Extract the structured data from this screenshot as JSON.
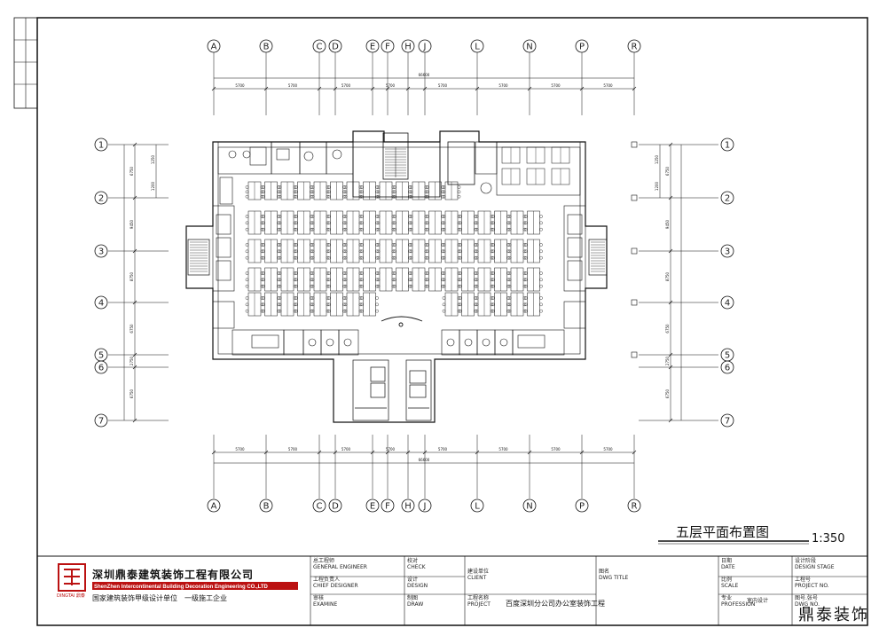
{
  "drawing": {
    "title": "五层平面布置图",
    "scale": "1:350",
    "total_dimension": "66600",
    "bay_dimension": "5700",
    "watermark": "鼎泰装饰"
  },
  "grid": {
    "columns": [
      "A",
      "B",
      "C",
      "D",
      "E",
      "F",
      "H",
      "J",
      "L",
      "N",
      "P",
      "R"
    ],
    "rows": [
      "1",
      "2",
      "3",
      "4",
      "5",
      "6",
      "7"
    ],
    "left_row_dims": [
      "6750",
      "9450",
      "8750",
      "6750",
      "2750",
      "6750"
    ],
    "left_small_dims": [
      "1250",
      "1200"
    ]
  },
  "company": {
    "name_cn": "深圳鼎泰建筑装饰工程有限公司",
    "name_en": "ShenZhen Intercontinental Building Decoration Engineering CO.,LTD",
    "qualification": "国家建筑装饰甲级设计单位　一级施工企业",
    "logo_text": "DINGTAI 鼎泰"
  },
  "title_block": {
    "general_engineer": "总工程师\nGENERAL ENGINEER",
    "chief_designer": "工程负责人\nCHIEF DESIGNER",
    "examine": "审核\nEXAMINE",
    "check": "校对\nCHECK",
    "design": "设计\nDESIGN",
    "draw": "制图\nDRAW",
    "client": "建设单位\nCLIENT",
    "project_label": "工程名称\nPROJECT",
    "project_name": "百度深圳分公司办公室装饰工程",
    "dwg_title": "图名\nDWG TITLE",
    "date": "日期\nDATE",
    "scale_label": "比例\nSCALE",
    "profession_label": "专业\nPROFESSION",
    "profession_value": "室内设计",
    "design_stage": "设计阶段\nDESIGN STAGE",
    "project_no": "工程号\nPROJECT NO.",
    "dwg_no": "图号.张号\nDWG NO."
  }
}
